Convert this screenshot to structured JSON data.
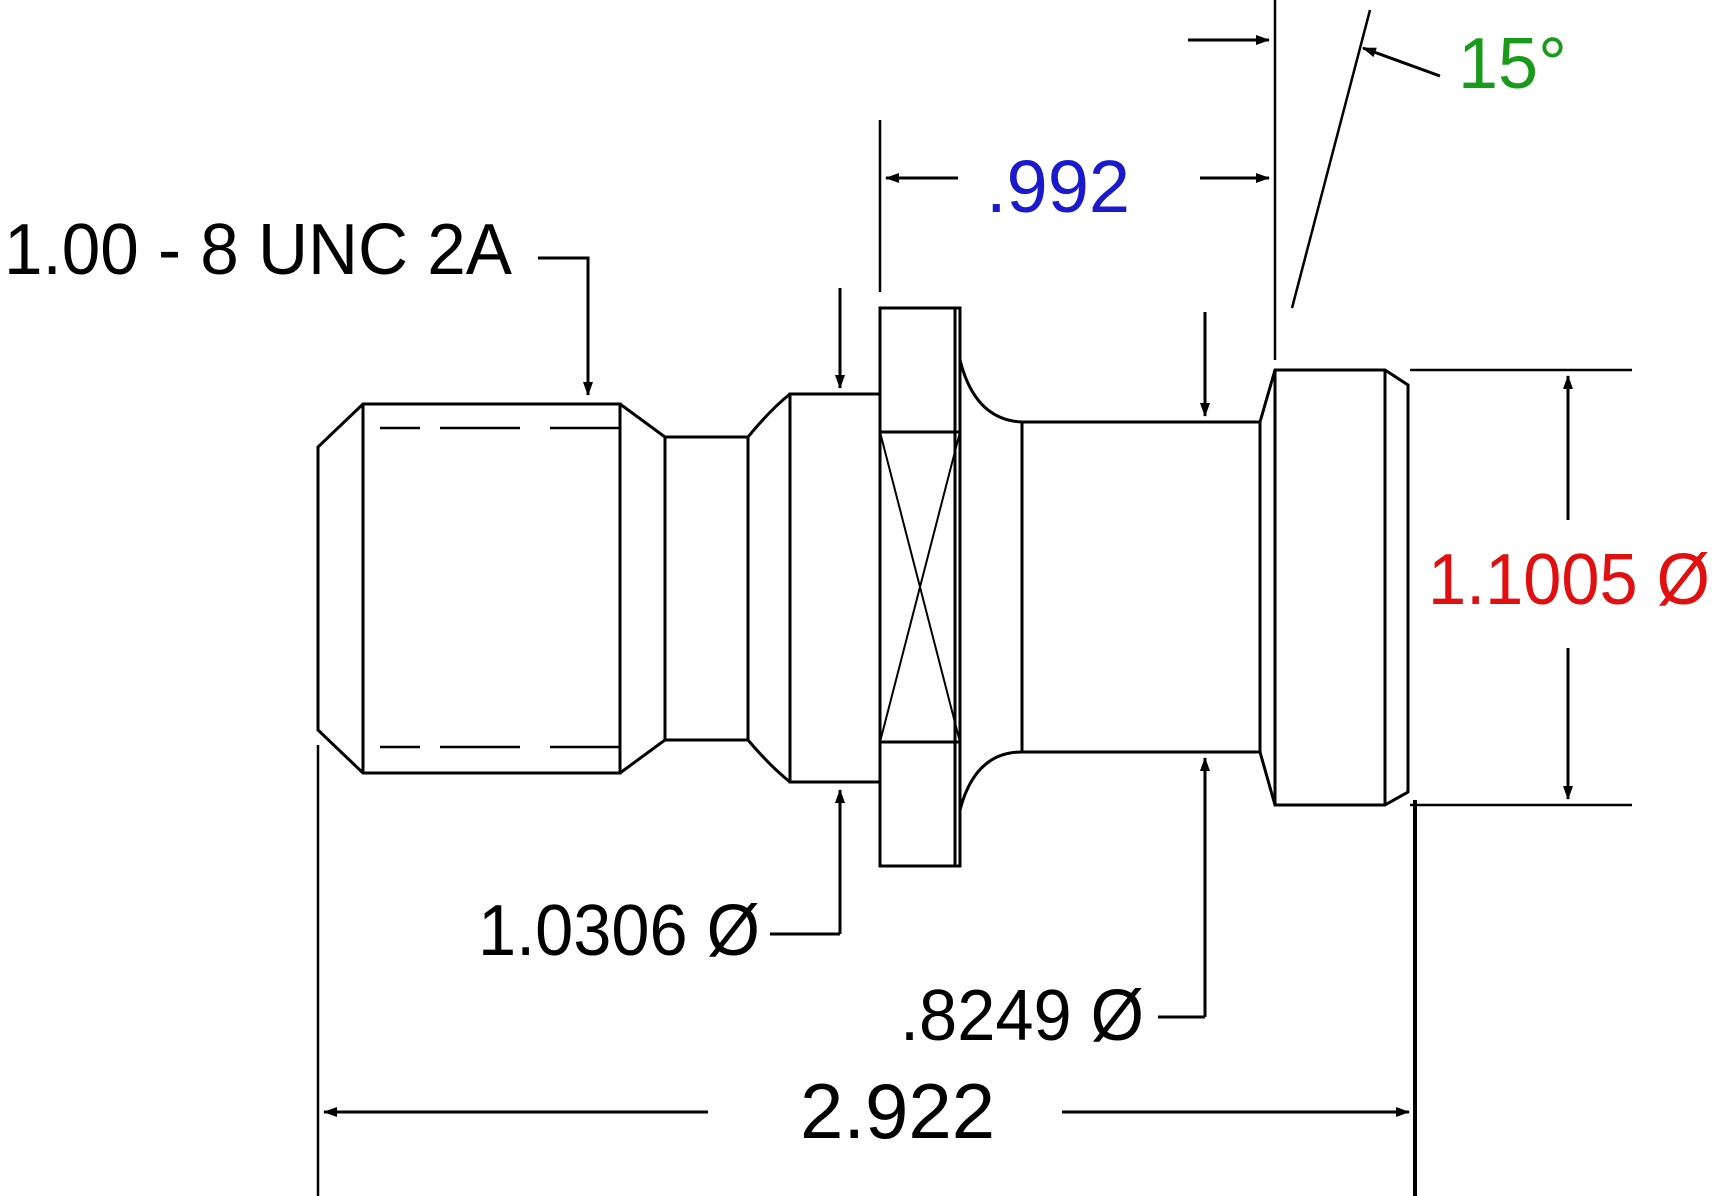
{
  "drawing": {
    "colors": {
      "line": "#000000",
      "default_text": "#000000",
      "angle": "#1a9a1a",
      "length_992": "#1a1acc",
      "diameter_11005": "#e01010"
    },
    "labels": {
      "thread_spec": "1.00 - 8 UNC 2A",
      "length_992": ".992",
      "angle": "15°",
      "diameter_11005": "1.1005 Ø",
      "diameter_10306": "1.0306 Ø",
      "diameter_8249": ".8249 Ø",
      "overall_length": "2.922"
    }
  }
}
